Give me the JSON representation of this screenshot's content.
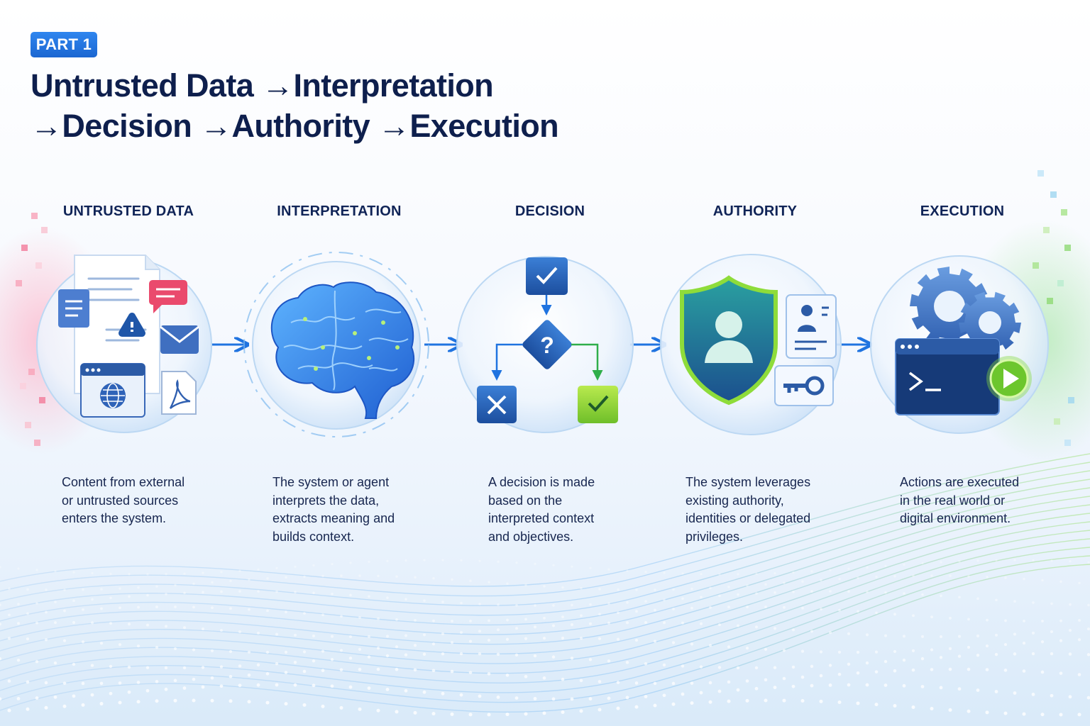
{
  "badge": "PART 1",
  "title": {
    "line1": [
      "Untrusted Data",
      "Interpretation"
    ],
    "line2": [
      "Decision",
      "Authority",
      "Execution"
    ]
  },
  "stages": [
    {
      "label": "UNTRUSTED DATA",
      "desc": [
        "Content from external",
        "or untrusted sources",
        "enters the system."
      ],
      "icon": "documents-icon"
    },
    {
      "label": "INTERPRETATION",
      "desc": [
        "The system or agent",
        "interprets the data,",
        "extracts meaning and",
        "builds context."
      ],
      "icon": "brain-icon"
    },
    {
      "label": "DECISION",
      "desc": [
        "A decision is made",
        "based on the",
        "interpreted context",
        "and objectives."
      ],
      "icon": "decision-tree-icon"
    },
    {
      "label": "AUTHORITY",
      "desc": [
        "The system leverages",
        "existing authority,",
        "identities or delegated",
        "privileges."
      ],
      "icon": "shield-user-icon"
    },
    {
      "label": "EXECUTION",
      "desc": [
        "Actions are executed",
        "in the real world or",
        "digital environment."
      ],
      "icon": "terminal-gears-icon"
    }
  ],
  "colors": {
    "navy": "#0e1f4d",
    "accent_blue": "#1f73e0",
    "green": "#7cc82e",
    "pink": "#f27a9a"
  }
}
